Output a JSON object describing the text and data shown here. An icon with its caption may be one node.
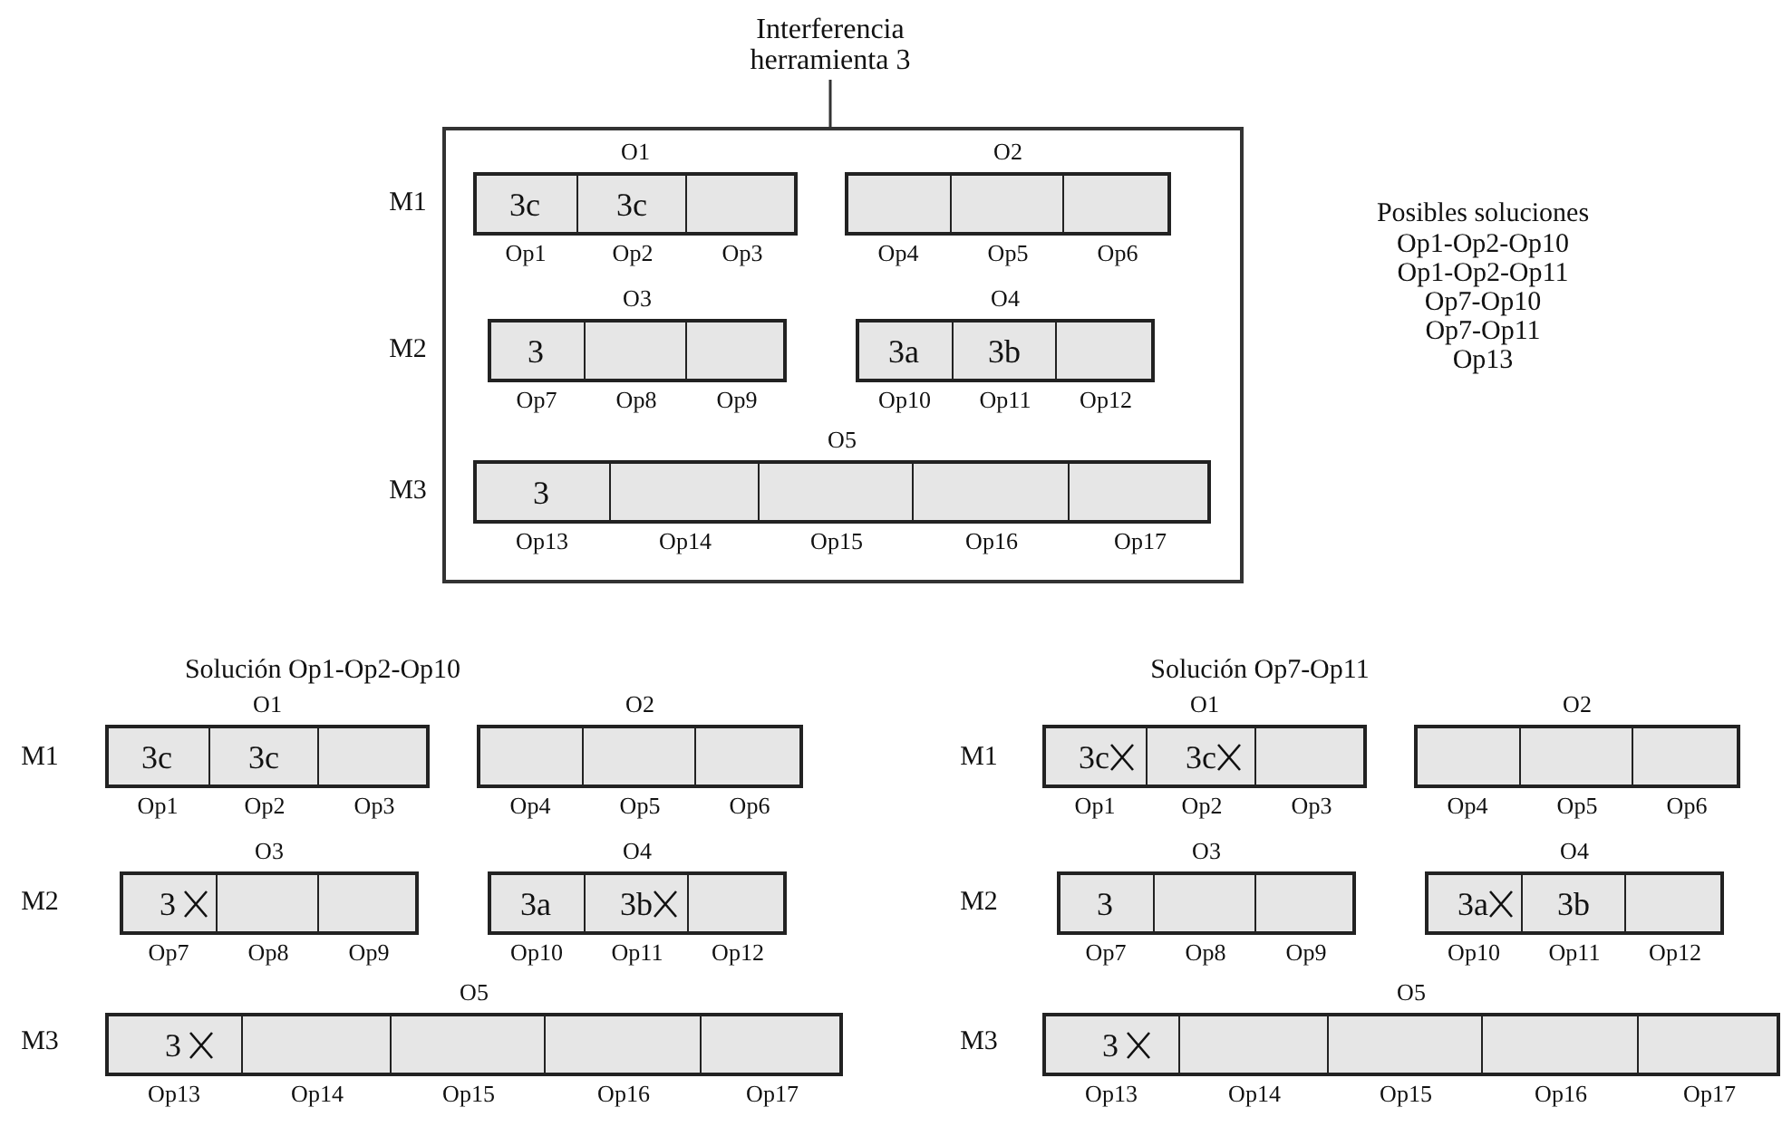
{
  "diagram": {
    "nodes": [
      {
        "text": [
          "Interferencia herramienta 3"
        ]
      },
      {
        "text": [],
        "shape": "box"
      },
      {
        "text": [
          "O1"
        ],
        "in": 1
      },
      {
        "text": [
          "3c"
        ],
        "beside": [
          "Op1"
        ],
        "in": 2
      },
      {
        "text": [
          "3c"
        ],
        "beside": [
          "Op2"
        ],
        "in": 2
      },
      {
        "text": [],
        "shape": "box",
        "beside": [
          "Op3"
        ],
        "in": 2
      },
      {
        "text": [
          "O2"
        ],
        "in": 1
      },
      {
        "text": [],
        "shape": "box",
        "beside": [
          "Op4"
        ],
        "in": 6
      },
      {
        "text": [],
        "shape": "box",
        "beside": [
          "Op5"
        ],
        "in": 6
      },
      {
        "text": [],
        "shape": "box",
        "beside": [
          "Op6"
        ],
        "in": 6
      },
      {
        "text": [
          "O3"
        ],
        "in": 1
      },
      {
        "text": [
          "3"
        ],
        "beside": [
          "Op7"
        ],
        "in": 10
      },
      {
        "text": [],
        "shape": "box",
        "beside": [
          "Op8"
        ],
        "in": 10
      },
      {
        "text": [],
        "shape": "box",
        "beside": [
          "Op9"
        ],
        "in": 10
      },
      {
        "text": [
          "O4"
        ],
        "in": 1
      },
      {
        "text": [
          "3a"
        ],
        "beside": [
          "Op10"
        ],
        "in": 14
      },
      {
        "text": [
          "3b"
        ],
        "beside": [
          "Op11"
        ],
        "in": 14
      },
      {
        "text": [],
        "shape": "box",
        "beside": [
          "Op12"
        ],
        "in": 14
      },
      {
        "text": [
          "O5"
        ],
        "in": 1
      },
      {
        "text": [
          "3"
        ],
        "beside": [
          "Op13"
        ],
        "in": 18
      },
      {
        "text": [],
        "shape": "box",
        "beside": [
          "Op14"
        ],
        "in": 18
      },
      {
        "text": [],
        "shape": "box",
        "beside": [
          "Op15"
        ],
        "in": 18
      },
      {
        "text": [],
        "shape": "box",
        "beside": [
          "Op16"
        ],
        "in": 18
      },
      {
        "text": [],
        "shape": "box",
        "beside": [
          "Op17"
        ],
        "in": 18
      },
      {
        "text": [
          "O1"
        ]
      },
      {
        "text": [
          "3c"
        ],
        "beside": [
          "Op1"
        ],
        "in": 24
      },
      {
        "text": [
          "3c"
        ],
        "beside": [
          "Op2"
        ],
        "in": 24
      },
      {
        "text": [],
        "shape": "box",
        "beside": [
          "Op3"
        ],
        "in": 24
      },
      {
        "text": [
          "O2"
        ]
      },
      {
        "text": [],
        "shape": "box",
        "beside": [
          "Op4"
        ],
        "in": 28
      },
      {
        "text": [],
        "shape": "box",
        "beside": [
          "Op5"
        ],
        "in": 28
      },
      {
        "text": [],
        "shape": "box",
        "beside": [
          "Op6"
        ],
        "in": 28
      },
      {
        "text": [
          "O3"
        ]
      },
      {
        "text": [
          "3"
        ],
        "beside": [
          "Op7"
        ],
        "in": 32
      },
      {
        "text": [],
        "shape": "box",
        "beside": [
          "Op8"
        ],
        "in": 32
      },
      {
        "text": [],
        "shape": "box",
        "beside": [
          "Op9"
        ],
        "in": 32
      },
      {
        "text": [
          "O4"
        ]
      },
      {
        "text": [
          "3a"
        ],
        "beside": [
          "Op10"
        ],
        "in": 36
      },
      {
        "text": [
          "3b"
        ],
        "beside": [
          "Op11"
        ],
        "in": 36
      },
      {
        "text": [],
        "shape": "box",
        "beside": [
          "Op12"
        ],
        "in": 36
      },
      {
        "text": [
          "O5"
        ]
      },
      {
        "text": [
          "3"
        ],
        "beside": [
          "Op13"
        ],
        "in": 40
      },
      {
        "text": [],
        "shape": "box",
        "beside": [
          "Op14"
        ],
        "in": 40
      },
      {
        "text": [],
        "shape": "box",
        "beside": [
          "Op15"
        ],
        "in": 40
      },
      {
        "text": [],
        "shape": "box",
        "beside": [
          "Op16"
        ],
        "in": 40
      },
      {
        "text": [],
        "shape": "box",
        "beside": [
          "Op17"
        ],
        "in": 40
      },
      {
        "text": [
          "O1"
        ]
      },
      {
        "text": [
          "3c"
        ],
        "beside": [
          "Op1"
        ],
        "in": 46
      },
      {
        "text": [
          "3c"
        ],
        "beside": [
          "Op2"
        ],
        "in": 46
      },
      {
        "text": [],
        "shape": "box",
        "beside": [
          "Op3"
        ],
        "in": 46
      },
      {
        "text": [
          "O2"
        ]
      },
      {
        "text": [],
        "shape": "box",
        "beside": [
          "Op4"
        ],
        "in": 50
      },
      {
        "text": [],
        "shape": "box",
        "beside": [
          "Op5"
        ],
        "in": 50
      },
      {
        "text": [],
        "shape": "box",
        "beside": [
          "Op6"
        ],
        "in": 50
      },
      {
        "text": [
          "O3"
        ]
      },
      {
        "text": [
          "3"
        ],
        "beside": [
          "Op7"
        ],
        "in": 54
      },
      {
        "text": [],
        "shape": "box",
        "beside": [
          "Op8"
        ],
        "in": 54
      },
      {
        "text": [],
        "shape": "box",
        "beside": [
          "Op9"
        ],
        "in": 54
      },
      {
        "text": [
          "O4"
        ]
      },
      {
        "text": [
          "3a"
        ],
        "beside": [
          "Op10"
        ],
        "in": 58
      },
      {
        "text": [
          "3b"
        ],
        "beside": [
          "Op11"
        ],
        "in": 58
      },
      {
        "text": [],
        "shape": "box",
        "beside": [
          "Op12"
        ],
        "in": 58
      },
      {
        "text": [
          "O5"
        ]
      },
      {
        "text": [
          "3"
        ],
        "beside": [
          "Op13"
        ],
        "in": 62
      },
      {
        "text": [],
        "shape": "box",
        "beside": [
          "Op14"
        ],
        "in": 62
      },
      {
        "text": [],
        "shape": "box",
        "beside": [
          "Op15"
        ],
        "in": 62
      },
      {
        "text": [],
        "shape": "box",
        "beside": [
          "Op16"
        ],
        "in": 62
      },
      {
        "text": [],
        "shape": "box",
        "beside": [
          "Op17"
        ],
        "in": 62
      }
    ],
    "edges": [
      {
        "from": 0,
        "to": 1,
        "arrow": "none"
      }
    ],
    "labels": [
      "M1",
      "M2",
      "M3",
      "Posibles soluciones",
      "Op1-Op2-Op10",
      "Op1-Op2-Op11",
      "Op7-Op10",
      "Op7-Op11",
      "Op13",
      "Solución Op1-Op2-Op10",
      "M1",
      "M2",
      "M3",
      "Solución Op7-Op11",
      "M1",
      "M2",
      "M3"
    ]
  }
}
